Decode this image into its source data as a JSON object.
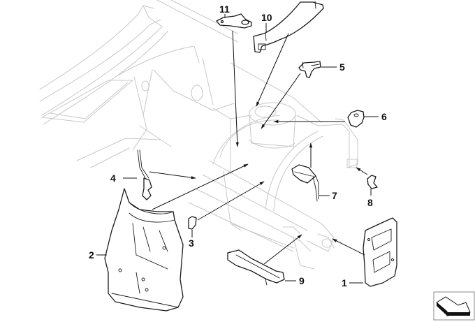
{
  "diagram": {
    "title": "Front wheel arch / side member exploded parts diagram",
    "callouts": [
      {
        "id": "1",
        "label": "1"
      },
      {
        "id": "2",
        "label": "2"
      },
      {
        "id": "3",
        "label": "3"
      },
      {
        "id": "4",
        "label": "4"
      },
      {
        "id": "5",
        "label": "5"
      },
      {
        "id": "6",
        "label": "6"
      },
      {
        "id": "7",
        "label": "7"
      },
      {
        "id": "8",
        "label": "8"
      },
      {
        "id": "9",
        "label": "9"
      },
      {
        "id": "10",
        "label": "10"
      },
      {
        "id": "11",
        "label": "11"
      }
    ],
    "nav_icon": "next-page-arrow-icon",
    "colors": {
      "part_stroke": "#1a1a1a",
      "body_stroke": "#c8c8c8",
      "label": "#111111",
      "background": "#ffffff"
    }
  }
}
